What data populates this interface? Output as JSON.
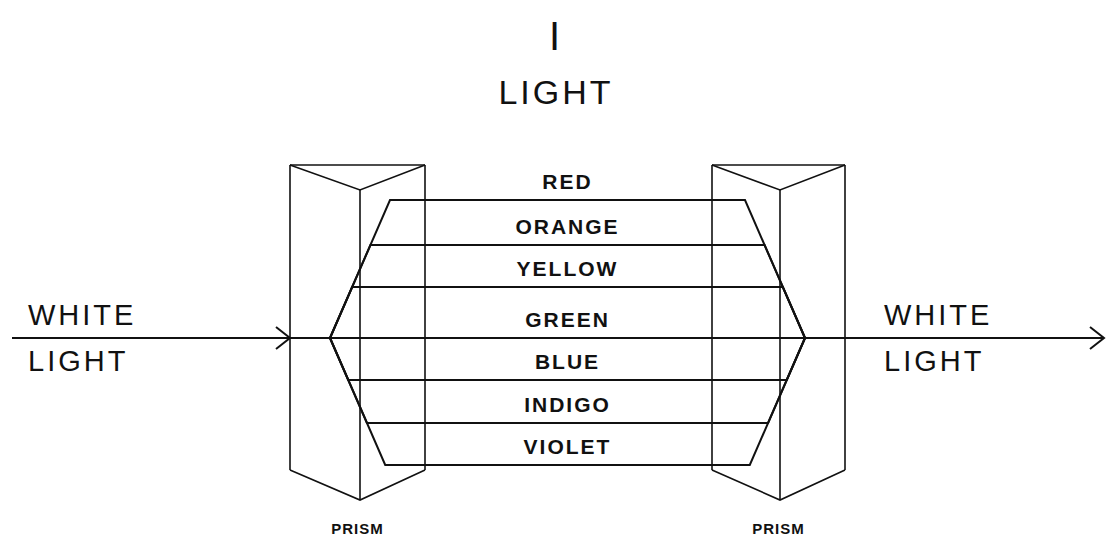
{
  "diagram": {
    "title": "LIGHT",
    "nodes": [
      {
        "text": [
          "PRISM"
        ]
      },
      {
        "text": [
          "PRISM"
        ]
      }
    ],
    "edges": [
      {
        "from": 0,
        "to": 1,
        "arrow": "none",
        "label": "RED"
      },
      {
        "from": 0,
        "to": 1,
        "arrow": "none",
        "label": "ORANGE"
      },
      {
        "from": 0,
        "to": 1,
        "arrow": "none",
        "label": "YELLOW"
      },
      {
        "from": 0,
        "to": 1,
        "arrow": "none",
        "label": "GREEN"
      },
      {
        "from": 0,
        "to": 1,
        "arrow": "none",
        "label": "BLUE"
      },
      {
        "from": 0,
        "to": 1,
        "arrow": "none",
        "label": "INDIGO"
      },
      {
        "from": 0,
        "to": 1,
        "arrow": "none",
        "label": "VIOLET"
      }
    ],
    "labels": [
      "I",
      "WHITE LIGHT",
      "WHITE LIGHT"
    ]
  }
}
